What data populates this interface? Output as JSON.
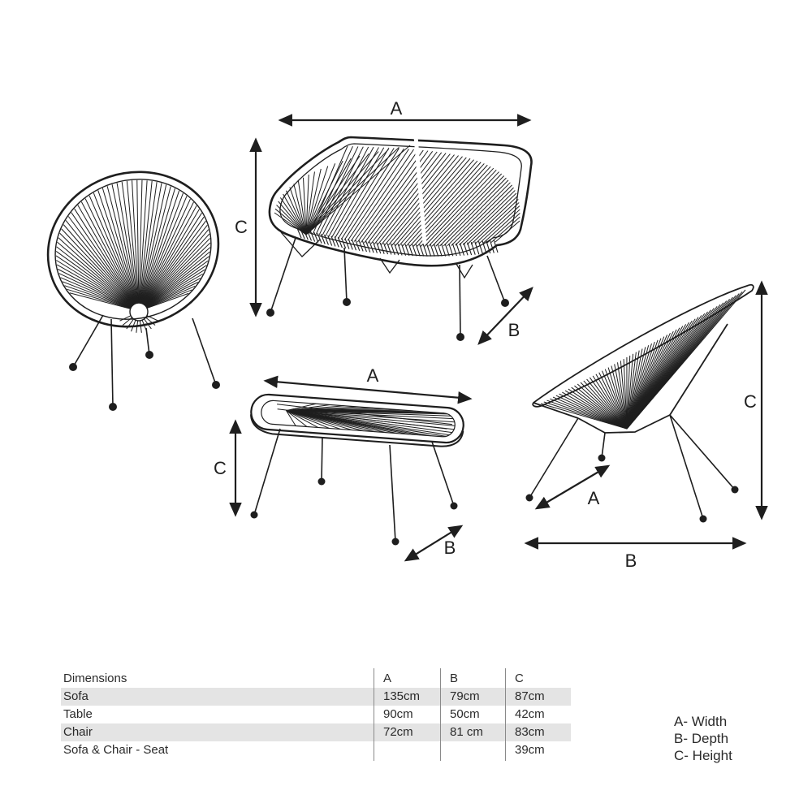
{
  "arrow_labels": {
    "a": "A",
    "b": "B",
    "c": "C"
  },
  "dimensions_table": {
    "header": {
      "label": "Dimensions",
      "a": "A",
      "b": "B",
      "c": "C"
    },
    "rows": [
      {
        "label": "Sofa",
        "a": "135cm",
        "b": "79cm",
        "c": "87cm"
      },
      {
        "label": "Table",
        "a": "90cm",
        "b": "50cm",
        "c": "42cm"
      },
      {
        "label": "Chair",
        "a": "72cm",
        "b": "81 cm",
        "c": "83cm"
      },
      {
        "label": "Sofa & Chair - Seat",
        "a": "",
        "b": "",
        "c": "39cm"
      }
    ]
  },
  "legend": {
    "width": "A- Width",
    "depth": "B- Depth",
    "height": "C- Height"
  },
  "colors": {
    "ink": "#1e1e1e",
    "row_shade": "#e4e4e4",
    "divider": "#8a8a8a",
    "background": "#ffffff"
  }
}
